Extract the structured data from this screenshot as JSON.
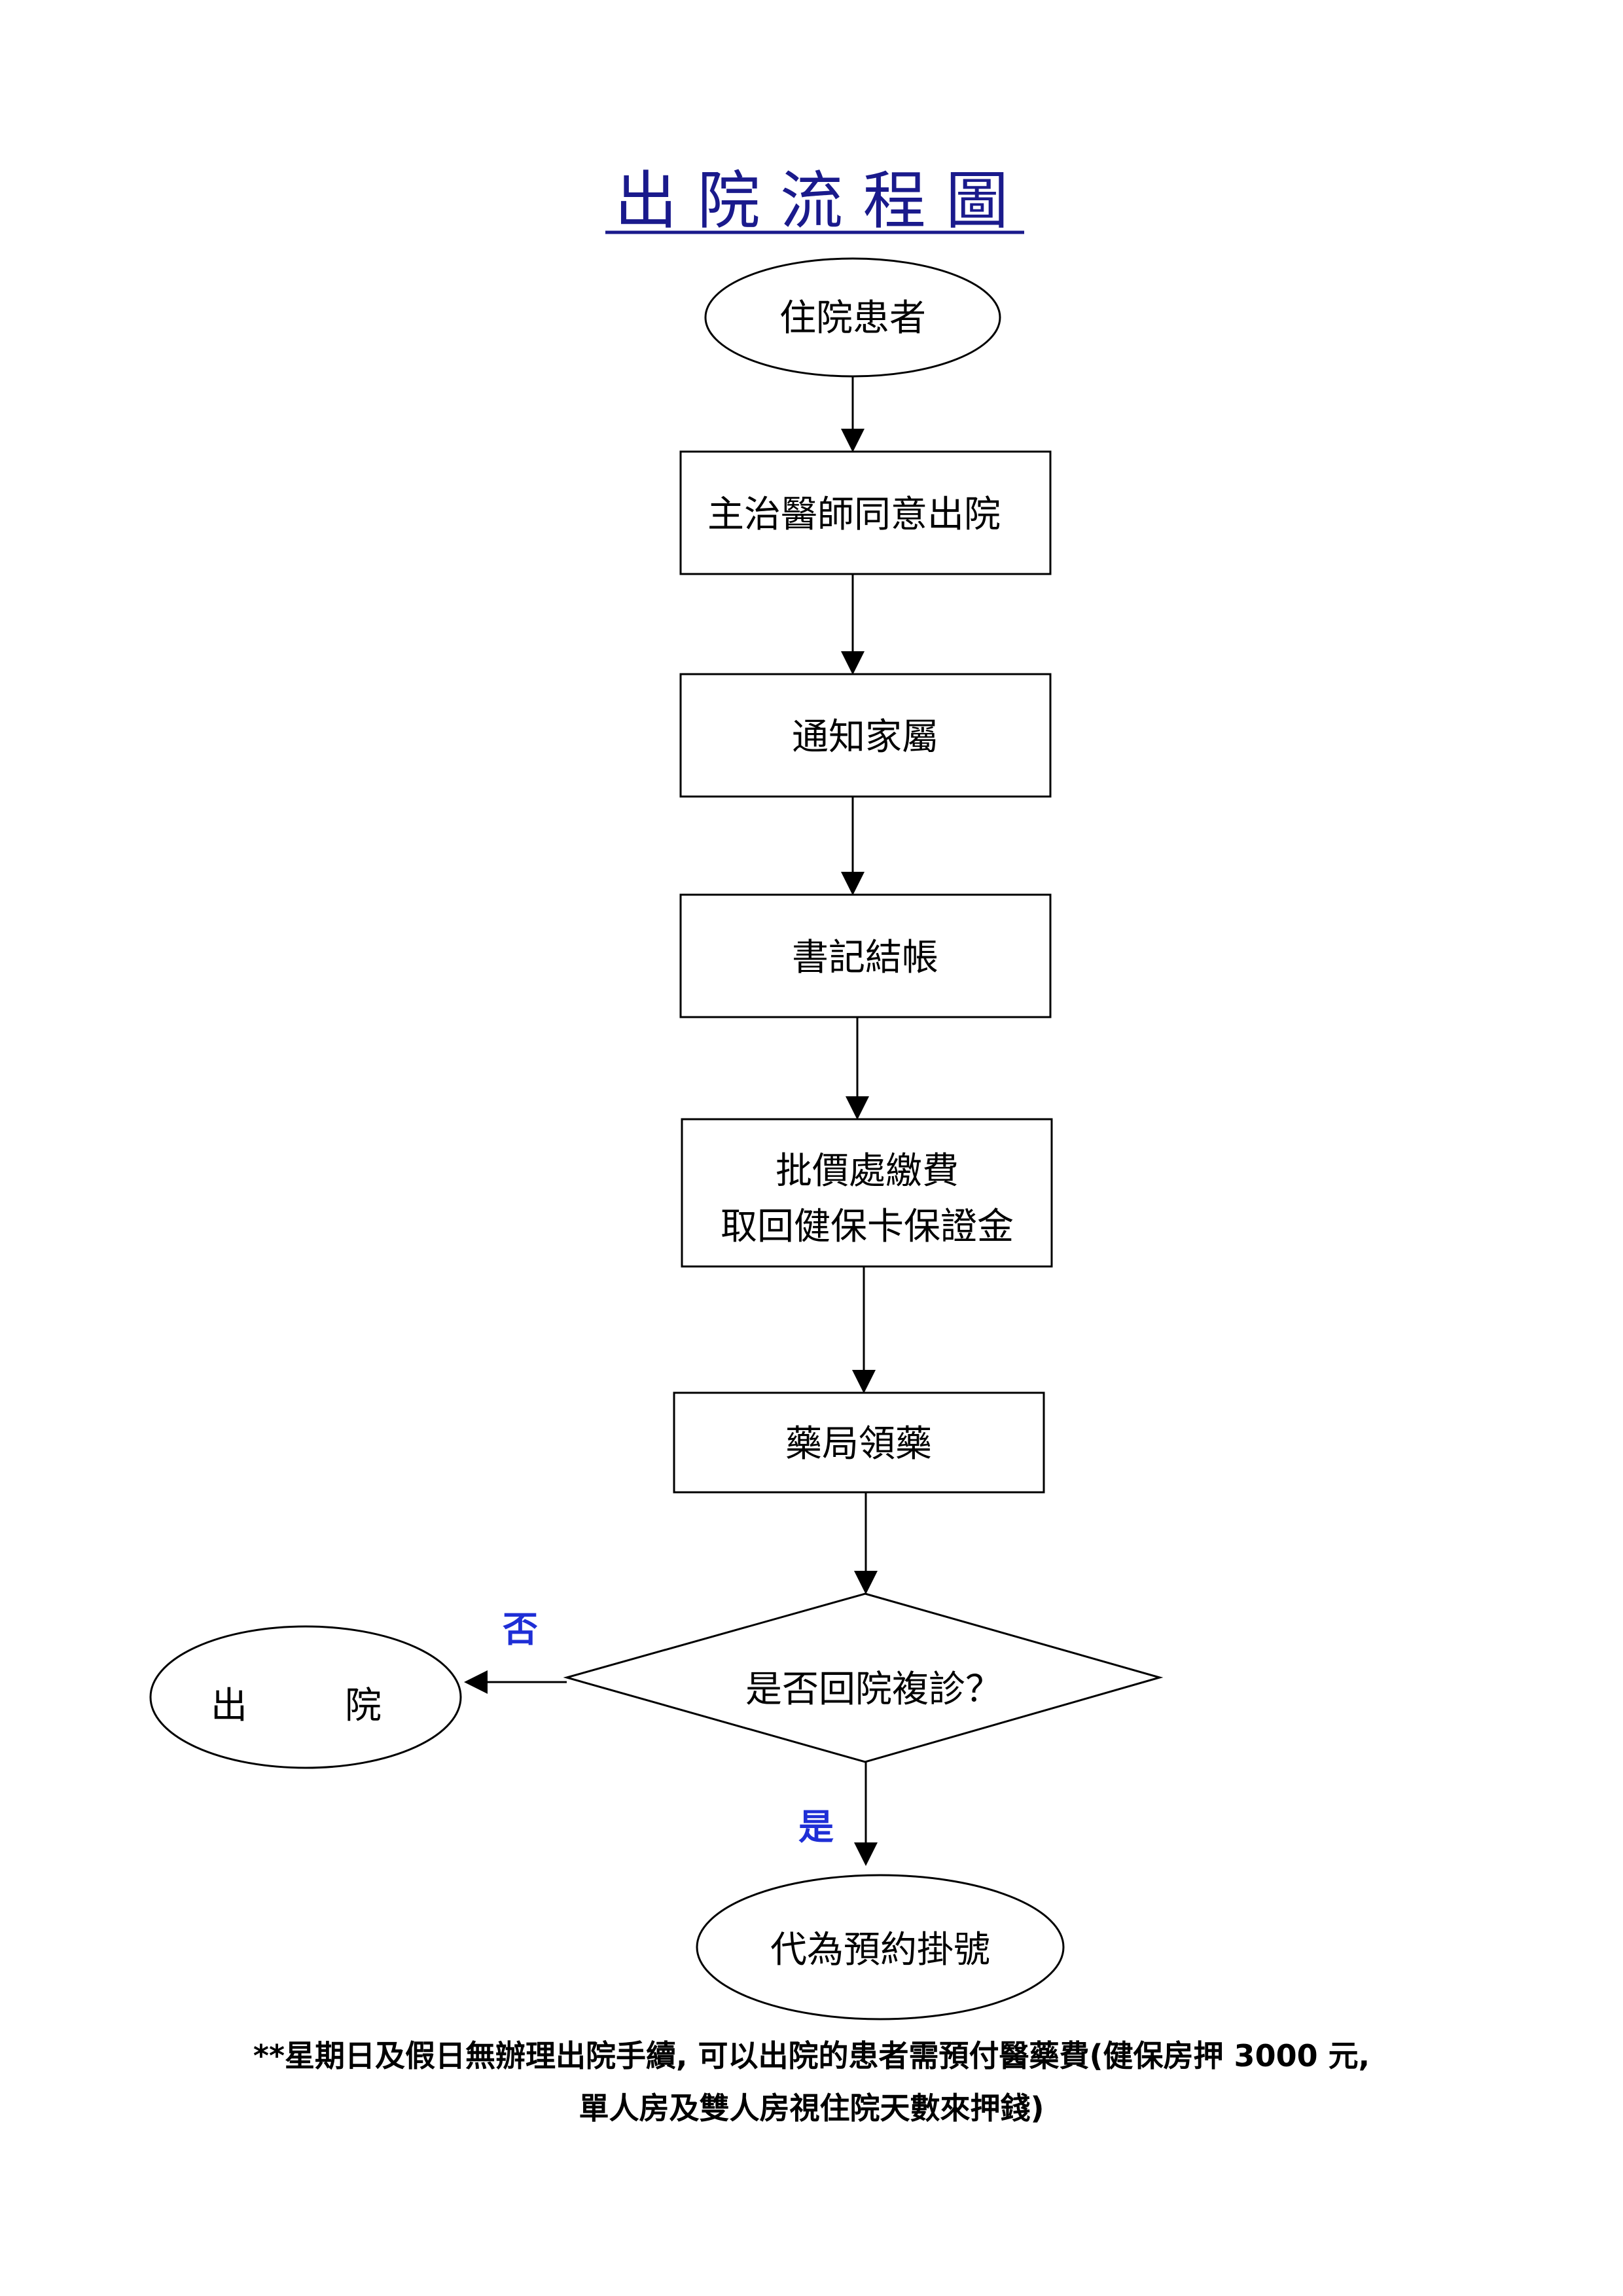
{
  "title": "出 院 流 程 圖",
  "nodes": {
    "inpatient": "住院患者",
    "doctor_approval": "主治醫師同意出院",
    "notify_family": "通知家屬",
    "clerk_billing": "書記結帳",
    "payment_line1": "批價處繳費",
    "payment_line2": "取回健保卡保證金",
    "pharmacy": "藥局領藥",
    "followup_decision": "是否回院複診？",
    "discharge_left": "出",
    "discharge_right": "院",
    "appointment": "代為預約掛號"
  },
  "edge_labels": {
    "no": "否",
    "yes": "是"
  },
  "footnote": {
    "line1": "**星期日及假日無辦理出院手續, 可以出院的患者需預付醫藥費(健保房押 3000 元,",
    "line2": "單人房及雙人房視住院天數來押錢)"
  },
  "colors": {
    "title": "#1a1a8c",
    "edge_label": "#1f2fd6",
    "stroke": "#000000"
  }
}
